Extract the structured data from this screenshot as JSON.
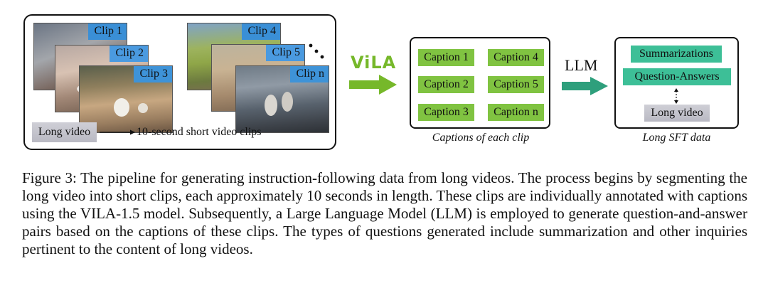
{
  "clips_panel": {
    "clips": [
      "Clip 1",
      "Clip 2",
      "Clip 3",
      "Clip 4",
      "Clip 5",
      "Clip n"
    ],
    "long_video": "Long video",
    "description": "10-second short video clips"
  },
  "vila": {
    "logo": "ViLA",
    "color": "#76b82a"
  },
  "captions_panel": {
    "captions": [
      "Caption 1",
      "Caption 2",
      "Caption 3",
      "Caption 4",
      "Caption 5",
      "Caption n"
    ],
    "label": "Captions of each clip",
    "color": "#80c341"
  },
  "llm": {
    "label": "LLM",
    "color": "#2e9f7c"
  },
  "sft_panel": {
    "summarizations": "Summarizations",
    "qa": "Question-Answers",
    "long_video": "Long video",
    "label": "Long SFT data",
    "color": "#3dbf97"
  },
  "figure_caption": "Figure 3: The pipeline for generating instruction-following data from long videos. The process begins by segmenting the long video into short clips, each approximately 10 seconds in length. These clips are individually annotated with captions using the VILA-1.5 model. Subsequently, a Large Language Model (LLM) is employed to generate question-and-answer pairs based on the captions of these clips. The types of questions generated include summarization and other inquiries pertinent to the content of long videos."
}
